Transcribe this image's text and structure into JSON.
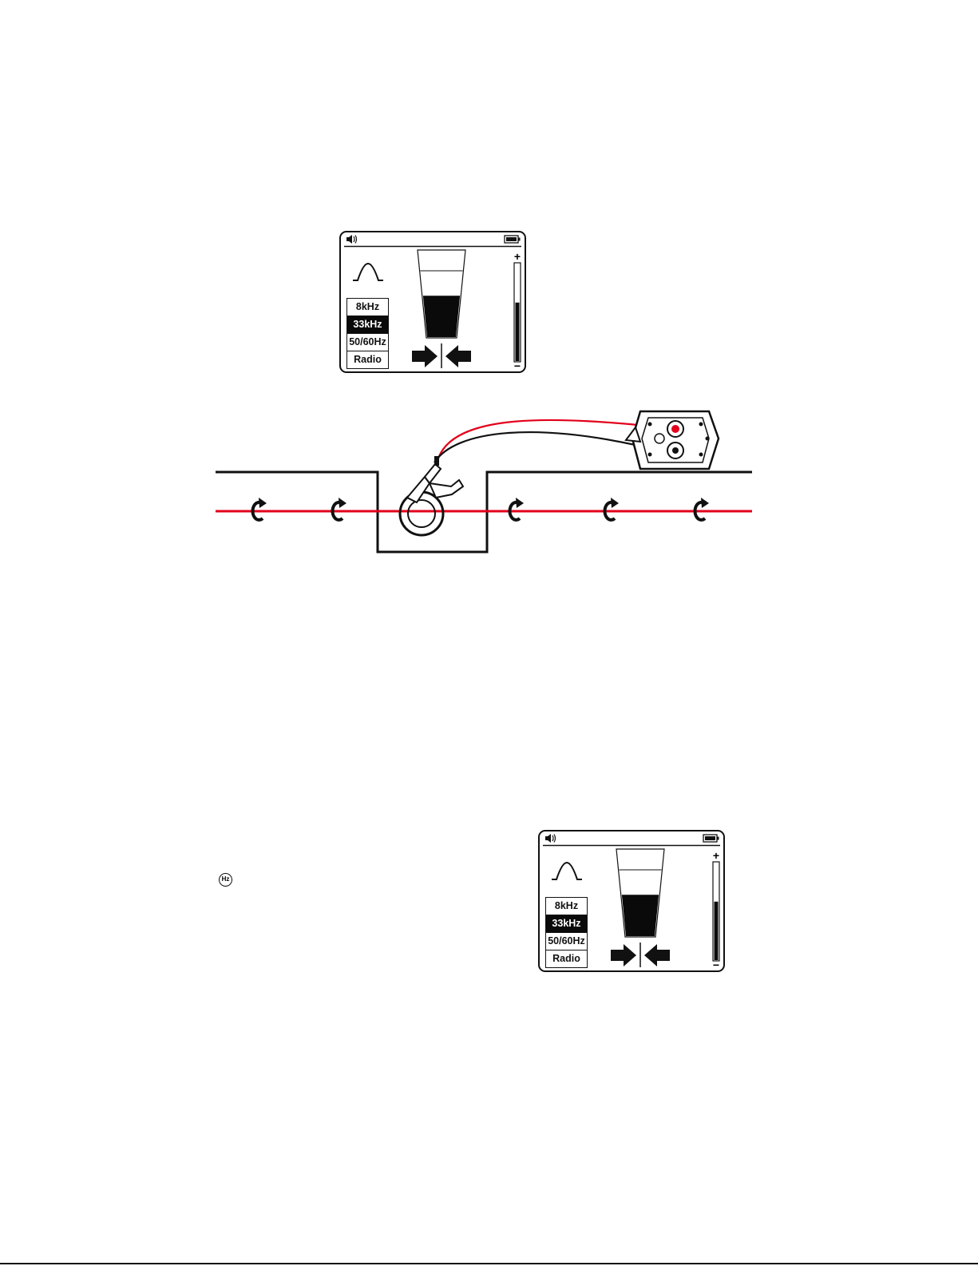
{
  "displays": [
    {
      "signal_fill": 0.48,
      "gain_fill": 0.6,
      "freq_options": [
        "8kHz",
        "33kHz",
        "50/60Hz",
        "Radio"
      ],
      "selected": "33kHz",
      "gain_plus": "+",
      "gain_minus": "−"
    },
    {
      "signal_fill": 0.48,
      "gain_fill": 0.6,
      "freq_options": [
        "8kHz",
        "33kHz",
        "50/60Hz",
        "Radio"
      ],
      "selected": "33kHz",
      "gain_plus": "+",
      "gain_minus": "−"
    }
  ],
  "icons": {
    "hz_icon": "Hz"
  },
  "colors": {
    "signal_line": "#e3001b",
    "red_lead": "#e3001b",
    "black_lead": "#111111"
  }
}
